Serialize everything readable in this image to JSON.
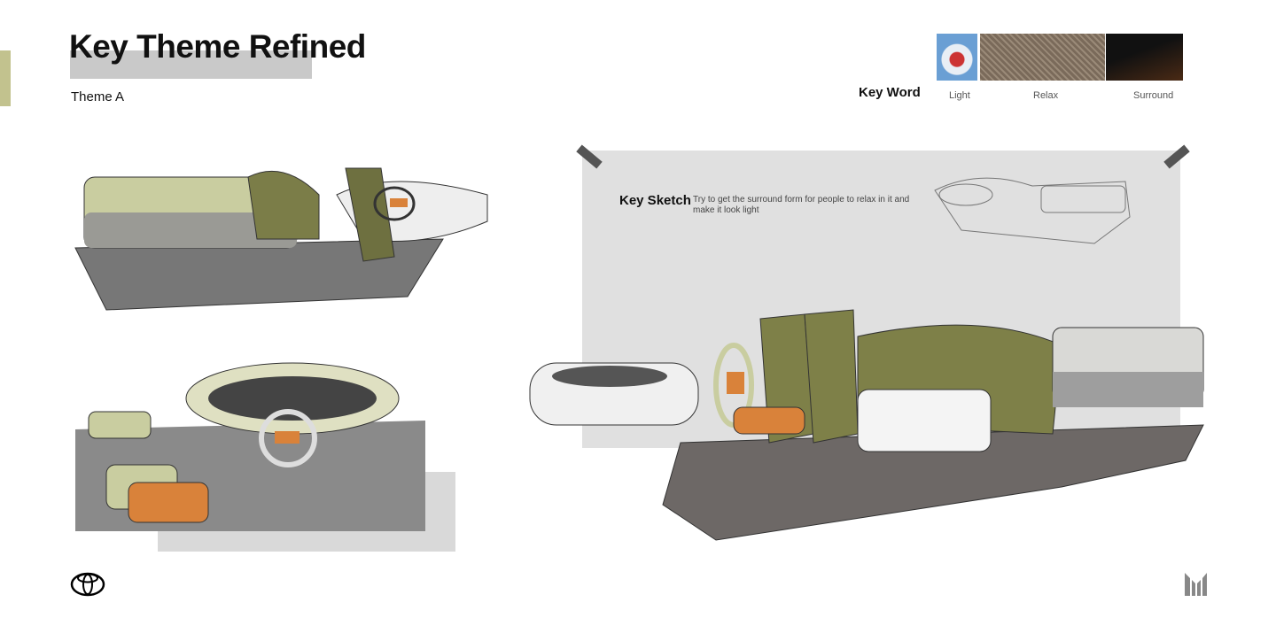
{
  "header": {
    "title": "Key Theme Refined",
    "subtitle": "Theme A"
  },
  "key_word": {
    "label": "Key Word",
    "images": [
      {
        "caption": "Light",
        "color": "#6a9fd4"
      },
      {
        "caption": "Relax",
        "color": "#8a7a6a"
      },
      {
        "caption": "Surround",
        "color": "#2a1a10"
      }
    ]
  },
  "key_sketch": {
    "title": "Key Sketch",
    "text": "Try to get the surround form for people to relax in it and make it look light"
  },
  "colors": {
    "accent": "#c2c28e",
    "olive": "#8a8a55",
    "orange": "#d9823a",
    "panel": "#e0e0e0"
  }
}
